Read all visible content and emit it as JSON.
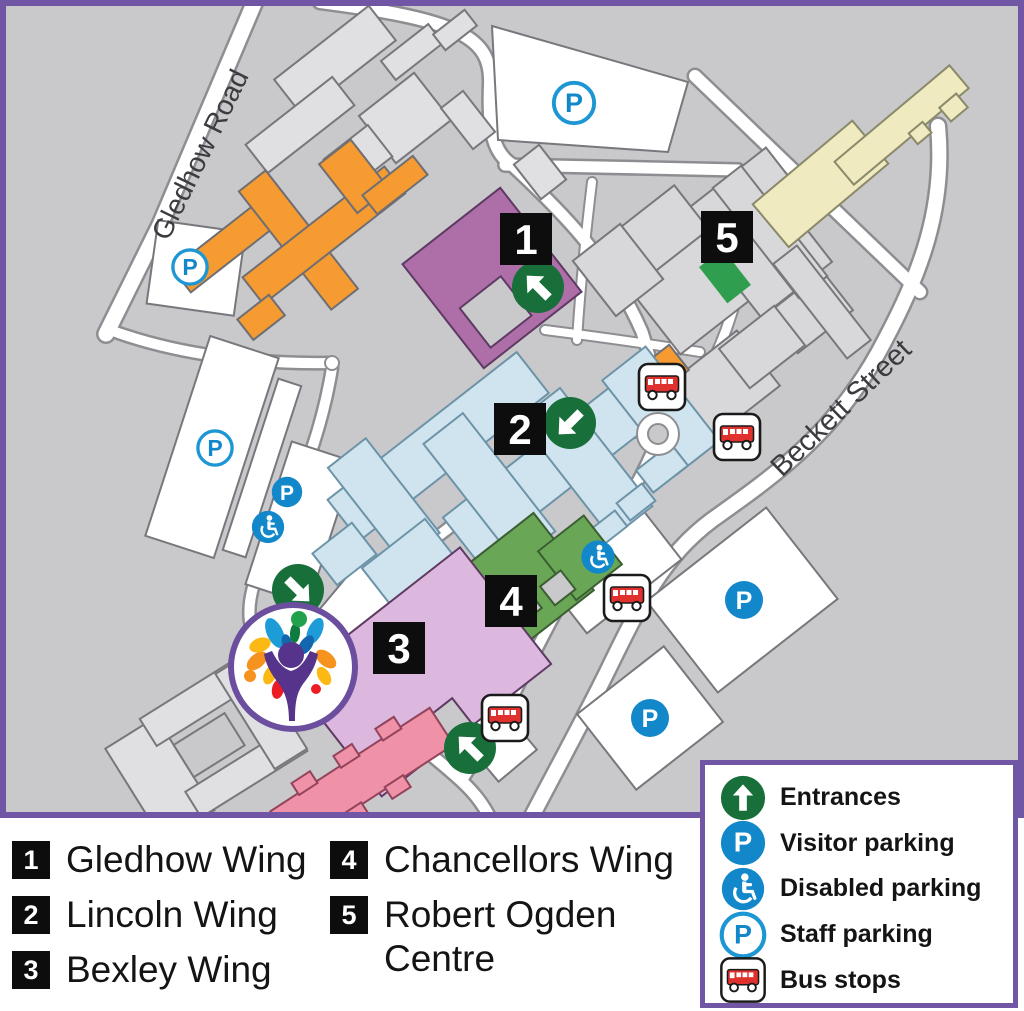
{
  "map": {
    "road_labels": {
      "gledhow_road": "Gledhow Road",
      "beckett_street": "Beckett Street"
    },
    "markers": {
      "parking_letter": "P",
      "building_numbers": [
        "1",
        "2",
        "3",
        "4",
        "5"
      ]
    },
    "colors": {
      "border_purple": "#7156a5",
      "background_gray": "#c9c9cc",
      "gledhow_wing_purple": "#ae6fa9",
      "lincoln_wing_blue": "#cfe4ee",
      "bexley_wing_pink": "#dcb7de",
      "chancellors_wing_green": "#69a756",
      "robert_ogden_green": "#2f9e4e",
      "other_orange": "#f59b31",
      "other_cream": "#efeabf",
      "other_rose": "#ef92a8",
      "parking_blue": "#1287c9",
      "entrance_green": "#186f3a",
      "bus_red": "#e0312e"
    }
  },
  "legend": {
    "items": [
      {
        "number": "1",
        "label": "Gledhow Wing"
      },
      {
        "number": "2",
        "label": "Lincoln Wing"
      },
      {
        "number": "3",
        "label": "Bexley Wing"
      },
      {
        "number": "4",
        "label": "Chancellors Wing"
      },
      {
        "number": "5",
        "label": "Robert Ogden Centre"
      }
    ]
  },
  "key": {
    "items": [
      {
        "icon": "entrance-icon",
        "label": "Entrances"
      },
      {
        "icon": "visitor-parking-icon",
        "label": "Visitor parking"
      },
      {
        "icon": "disabled-parking-icon",
        "label": "Disabled parking"
      },
      {
        "icon": "staff-parking-icon",
        "label": "Staff parking"
      },
      {
        "icon": "bus-stop-icon",
        "label": "Bus stops"
      }
    ]
  }
}
